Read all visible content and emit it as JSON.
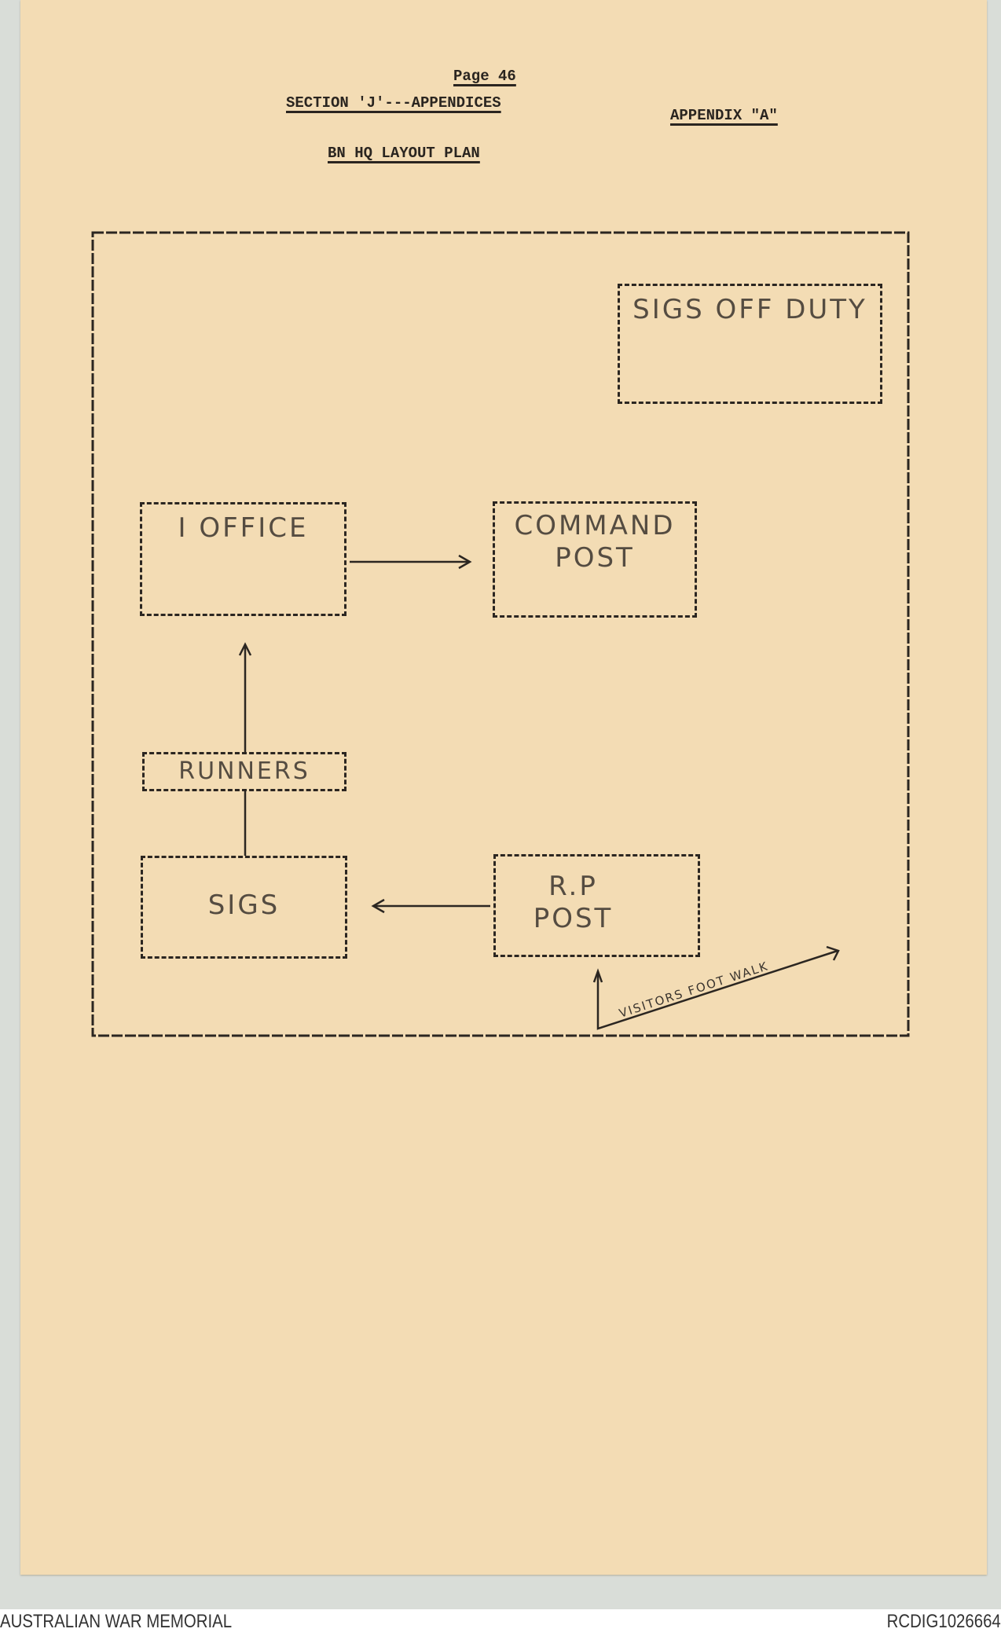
{
  "header": {
    "page": "Page 46",
    "section": "SECTION 'J'---APPENDICES",
    "appendix": "APPENDIX \"A\"",
    "title": "BN HQ LAYOUT PLAN"
  },
  "diagram": {
    "boxes": {
      "sigs_off_duty": "SIGS OFF DUTY",
      "i_office": "I OFFICE",
      "command_post": "COMMAND POST",
      "runners": "RUNNERS",
      "sigs": "SIGS",
      "rp_post": "R.P POST"
    },
    "walk_label": "VISITORS FOOT WALK"
  },
  "footer": {
    "left": "AUSTRALIAN WAR MEMORIAL",
    "right": "RCDIG1026664"
  }
}
